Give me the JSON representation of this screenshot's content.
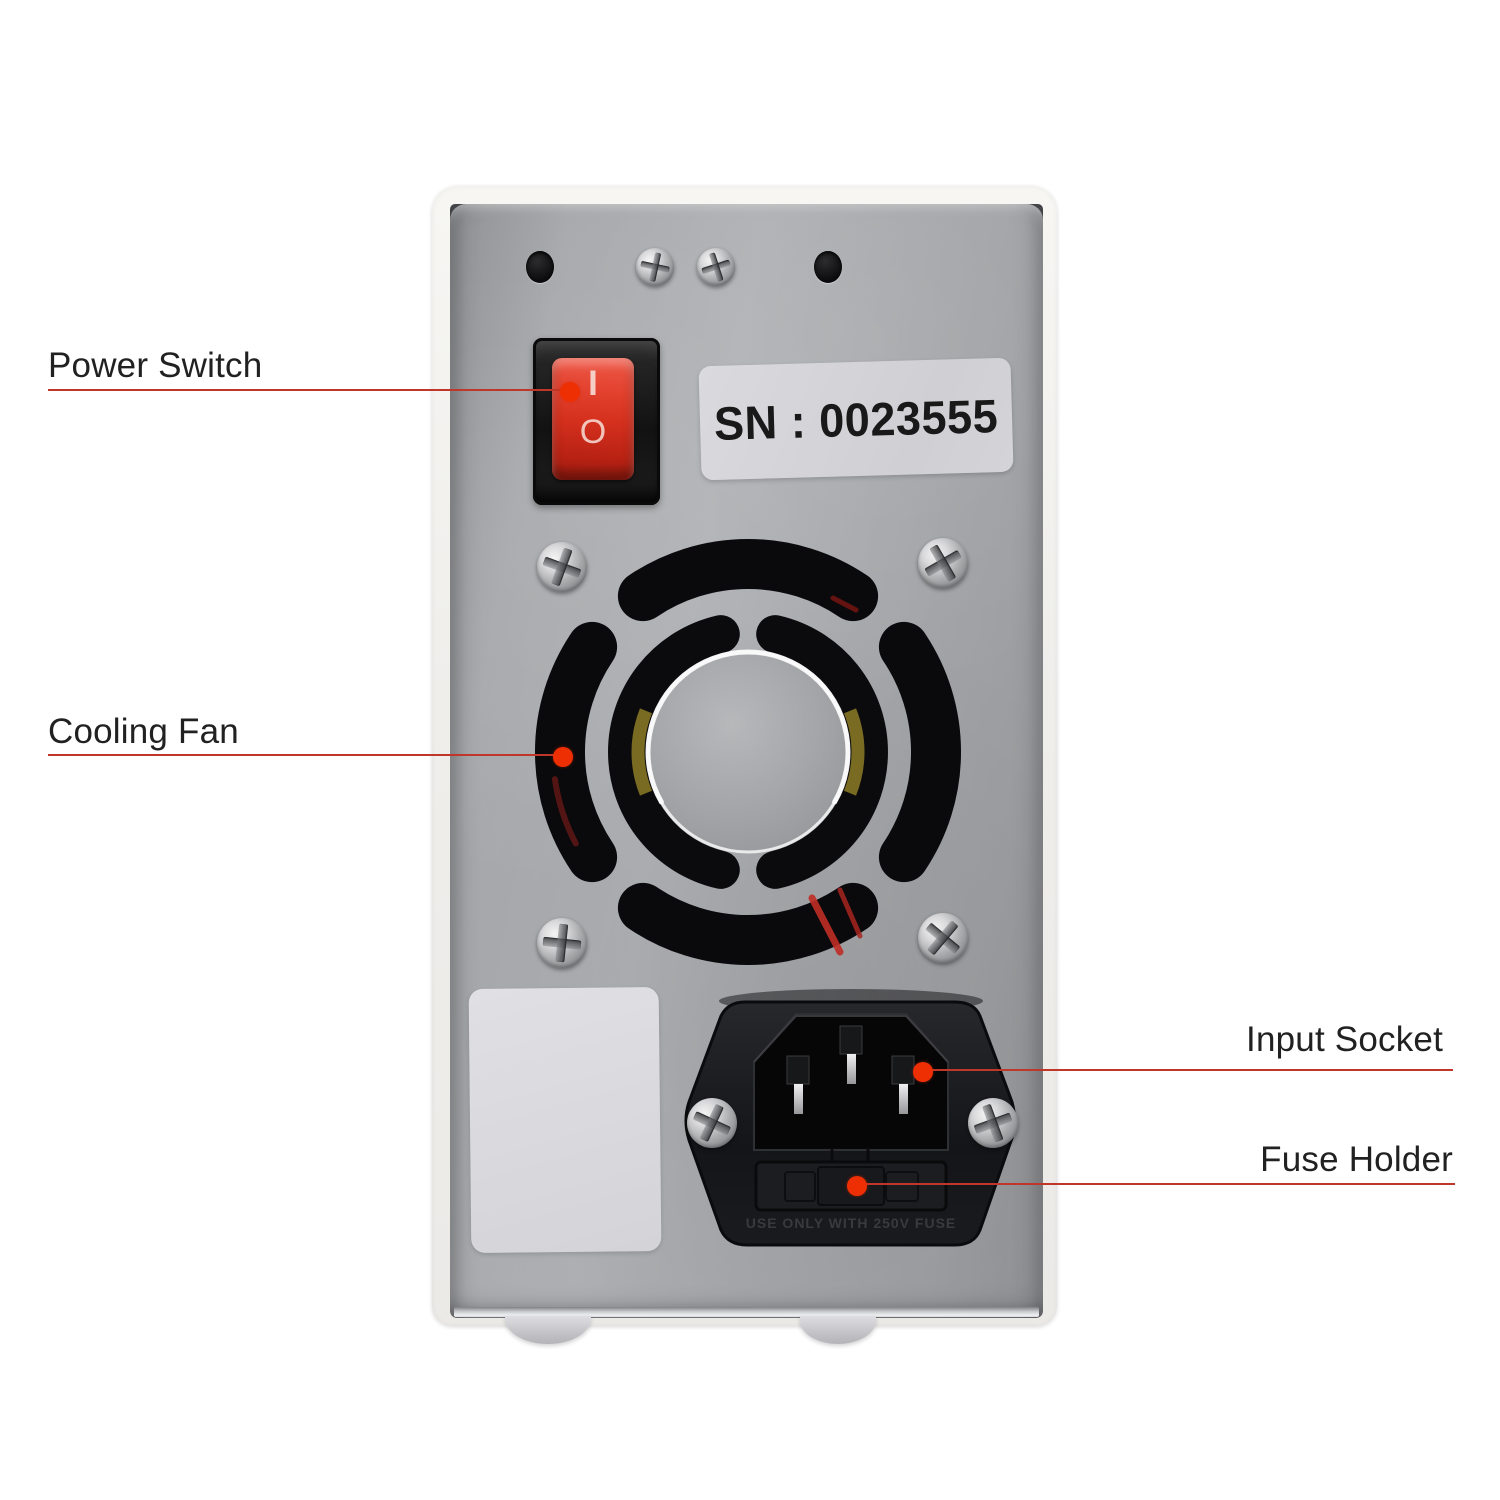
{
  "scene": {
    "description": "Rear view of a bench power supply unit with annotated parts"
  },
  "device": {
    "serial_label": "SN : 0023555",
    "switch_on_mark": "I",
    "switch_off_mark": "O",
    "fuse_warning": "USE ONLY WITH 250V FUSE"
  },
  "annotations": {
    "power_switch": "Power Switch",
    "cooling_fan": "Cooling Fan",
    "input_socket": "Input Socket",
    "fuse_holder": "Fuse Holder"
  },
  "colors": {
    "leader_line": "#c0372a",
    "leader_dot": "#ee2f04",
    "rocker_red": "#d8301f",
    "panel_gray": "#a5a7aa",
    "sticker_gray": "#d6d6da",
    "case_white": "#f3f2ef",
    "annotation_text": "#212121"
  }
}
